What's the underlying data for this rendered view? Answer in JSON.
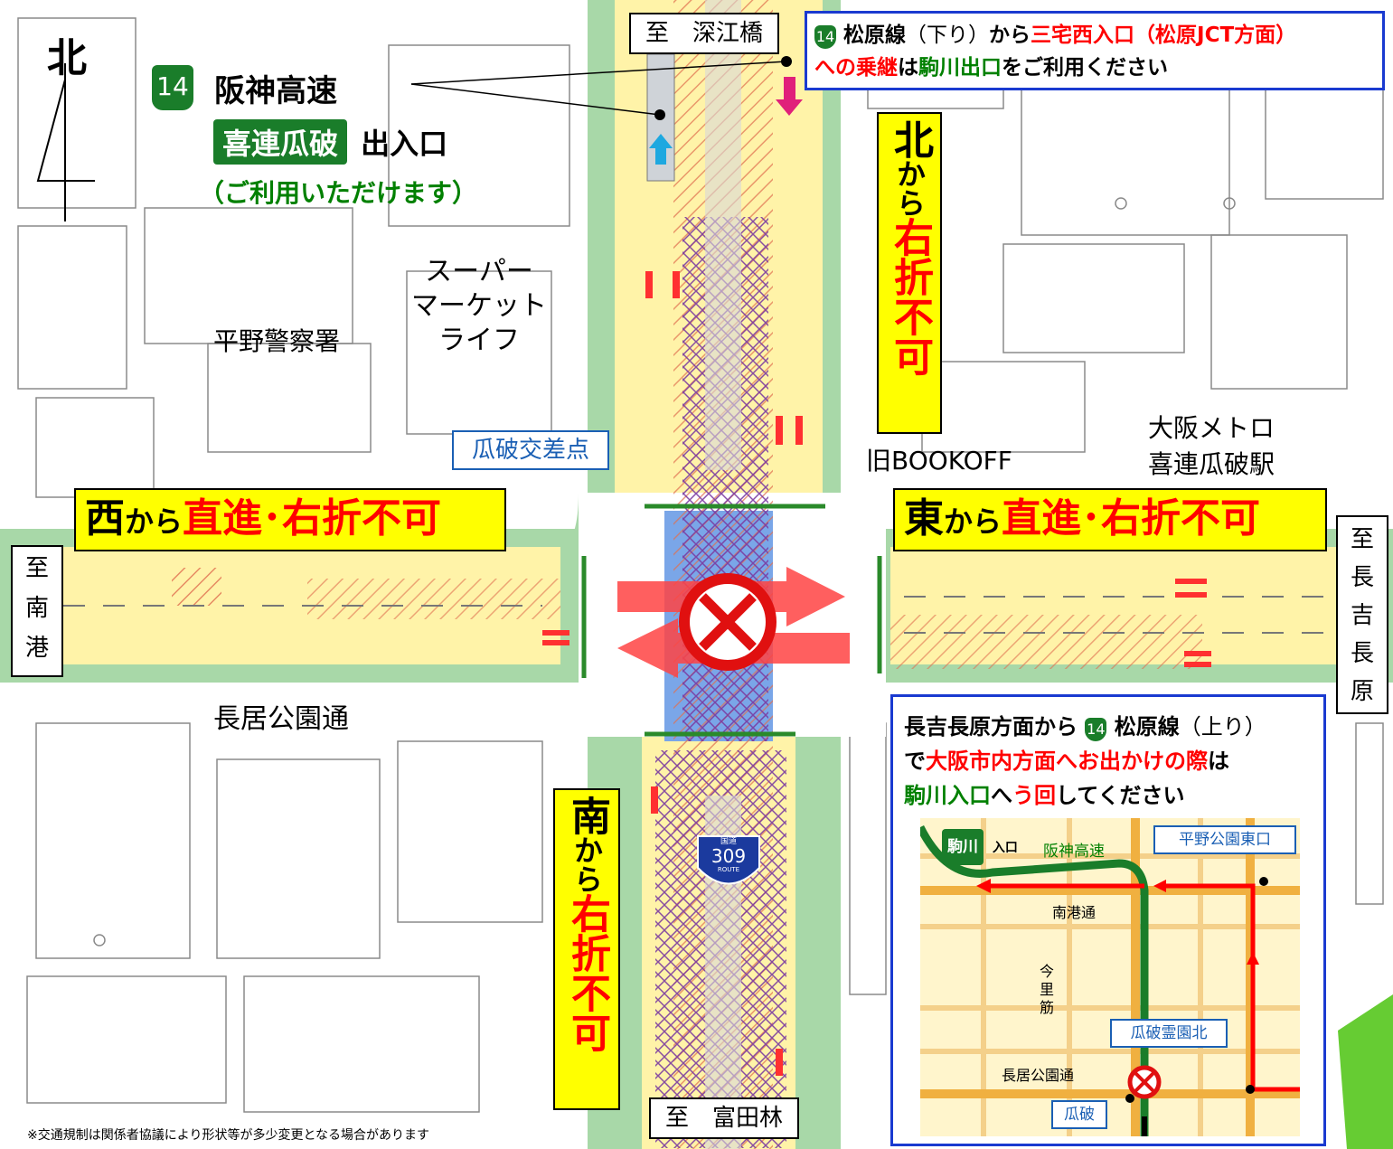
{
  "colors": {
    "road_yellow": "#fff3a8",
    "road_green": "#a8d8a8",
    "restriction_red": "#ff0000",
    "route_green": "#1a7d2a",
    "box_blue": "#1a5fb4",
    "highlight_yellow": "#ffff00"
  },
  "compass": {
    "label": "北"
  },
  "hanshin": {
    "route_no": "14",
    "name": "阪神高速",
    "ramp_name": "喜連瓜破",
    "ramp_suffix": "出入口",
    "availability": "（ご利用いただけます）"
  },
  "destinations": {
    "north": "至　深江橋",
    "south": "至　富田林",
    "west_chars": [
      "至",
      "南",
      "港"
    ],
    "east_chars": [
      "至",
      "長",
      "吉",
      "長",
      "原"
    ]
  },
  "landmarks": {
    "supermarket": [
      "スーパー",
      "マーケット",
      "ライフ"
    ],
    "police": "平野警察署",
    "intersection": "瓜破交差点",
    "bookoff": "旧BOOKOFF",
    "metro": [
      "大阪メトロ",
      "喜連瓜破駅"
    ],
    "park_road": "長居公園通"
  },
  "restrictions": {
    "north": {
      "dir": "北",
      "from": "から",
      "rest": "右折不可"
    },
    "south": {
      "dir": "南",
      "from": "から",
      "rest": "右折不可"
    },
    "west": {
      "dir": "西",
      "from": "から",
      "rest": "直進･右折不可"
    },
    "east": {
      "dir": "東",
      "from": "から",
      "rest": "直進･右折不可"
    }
  },
  "top_notice": {
    "route_no": "14",
    "line1_a": "松原線",
    "line1_b": "（下り）",
    "line1_c": "から",
    "line1_d": "三宅西入口",
    "line1_e": "（松原JCT方面）",
    "line2_a": "への乗継",
    "line2_b": "は",
    "line2_c": "駒川出口",
    "line2_d": "をご利用ください"
  },
  "detour": {
    "l1_a": "長吉長原方面から",
    "route_no": "14",
    "l1_b": "松原線",
    "l1_c": "（上り）",
    "l2_a": "で",
    "l2_b": "大阪市内方面へお出かけの際",
    "l2_c": "は",
    "l3_a": "駒川入口",
    "l3_b": "へ",
    "l3_c": "う回",
    "l3_d": "してください",
    "inset": {
      "komagawa": "駒川",
      "entrance": "入口",
      "hanshin": "阪神高速",
      "hirano_east": "平野公園東口",
      "nanko_dori": "南港通",
      "imazato": [
        "今",
        "里",
        "筋"
      ],
      "uriwari_north": "瓜破霊園北",
      "nagai_dori": "長居公園通",
      "uriwari": "瓜破"
    }
  },
  "national_road": {
    "label": "国道",
    "number": "309",
    "route": "ROUTE"
  },
  "footnote": "※交通規制は関係者協議により形状等が多少変更となる場合があります"
}
